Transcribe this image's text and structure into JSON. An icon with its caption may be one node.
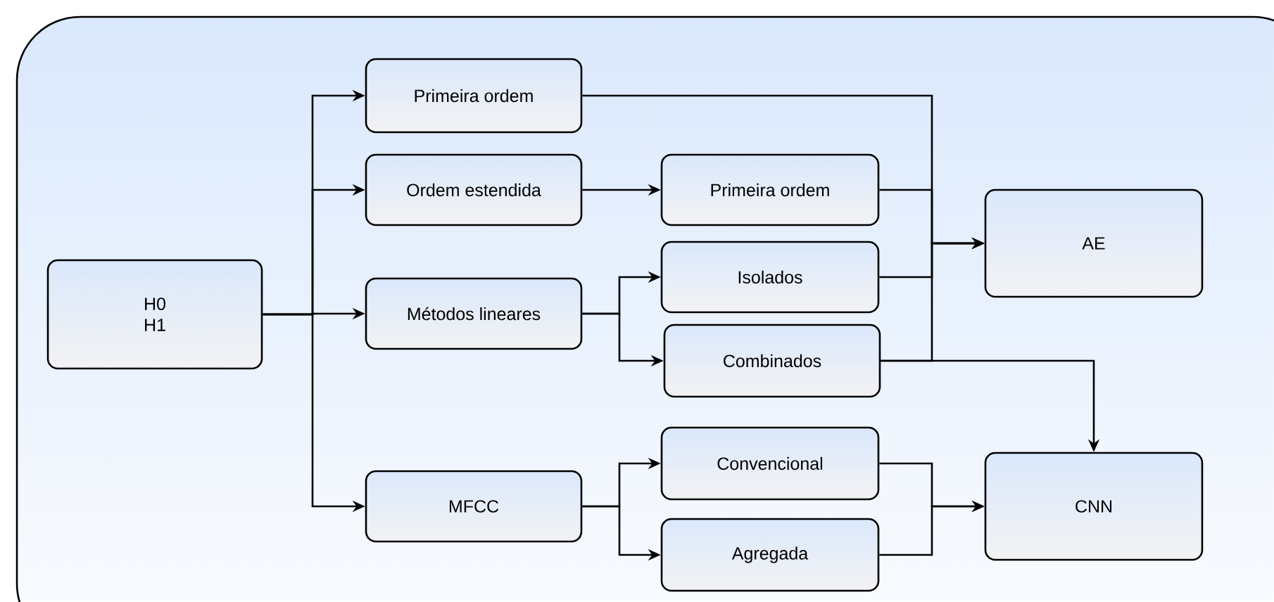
{
  "diagram": {
    "nodes": [
      {
        "text": [
          "H0 H1"
        ]
      },
      {
        "text": [
          "Primeira ordem"
        ]
      },
      {
        "text": [
          "Ordem estendida"
        ]
      },
      {
        "text": [
          "Métodos lineares"
        ]
      },
      {
        "text": [
          "MFCC"
        ]
      },
      {
        "text": [
          "Primeira ordem"
        ]
      },
      {
        "text": [
          "Isolados"
        ]
      },
      {
        "text": [
          "Combinados"
        ]
      },
      {
        "text": [
          "Convencional"
        ]
      },
      {
        "text": [
          "Agregada"
        ]
      },
      {
        "text": [
          "AE"
        ]
      },
      {
        "text": [
          "CNN"
        ]
      }
    ],
    "edges": [
      {
        "from": 0,
        "to": 1,
        "arrow": "to"
      },
      {
        "from": 0,
        "to": 2,
        "arrow": "to"
      },
      {
        "from": 0,
        "to": 3,
        "arrow": "to"
      },
      {
        "from": 0,
        "to": 4,
        "arrow": "to"
      },
      {
        "from": 2,
        "to": 5,
        "arrow": "to"
      },
      {
        "from": 3,
        "to": 6,
        "arrow": "to"
      },
      {
        "from": 3,
        "to": 7,
        "arrow": "to"
      },
      {
        "from": 4,
        "to": 8,
        "arrow": "to"
      },
      {
        "from": 4,
        "to": 9,
        "arrow": "to"
      },
      {
        "from": 1,
        "to": 10,
        "arrow": "to"
      },
      {
        "from": 5,
        "to": 10,
        "arrow": "to"
      },
      {
        "from": 6,
        "to": 10,
        "arrow": "to"
      },
      {
        "from": 7,
        "to": 10,
        "arrow": "to"
      },
      {
        "from": 7,
        "to": 11,
        "arrow": "to"
      },
      {
        "from": 8,
        "to": 11,
        "arrow": "to"
      },
      {
        "from": 9,
        "to": 11,
        "arrow": "to"
      }
    ]
  }
}
